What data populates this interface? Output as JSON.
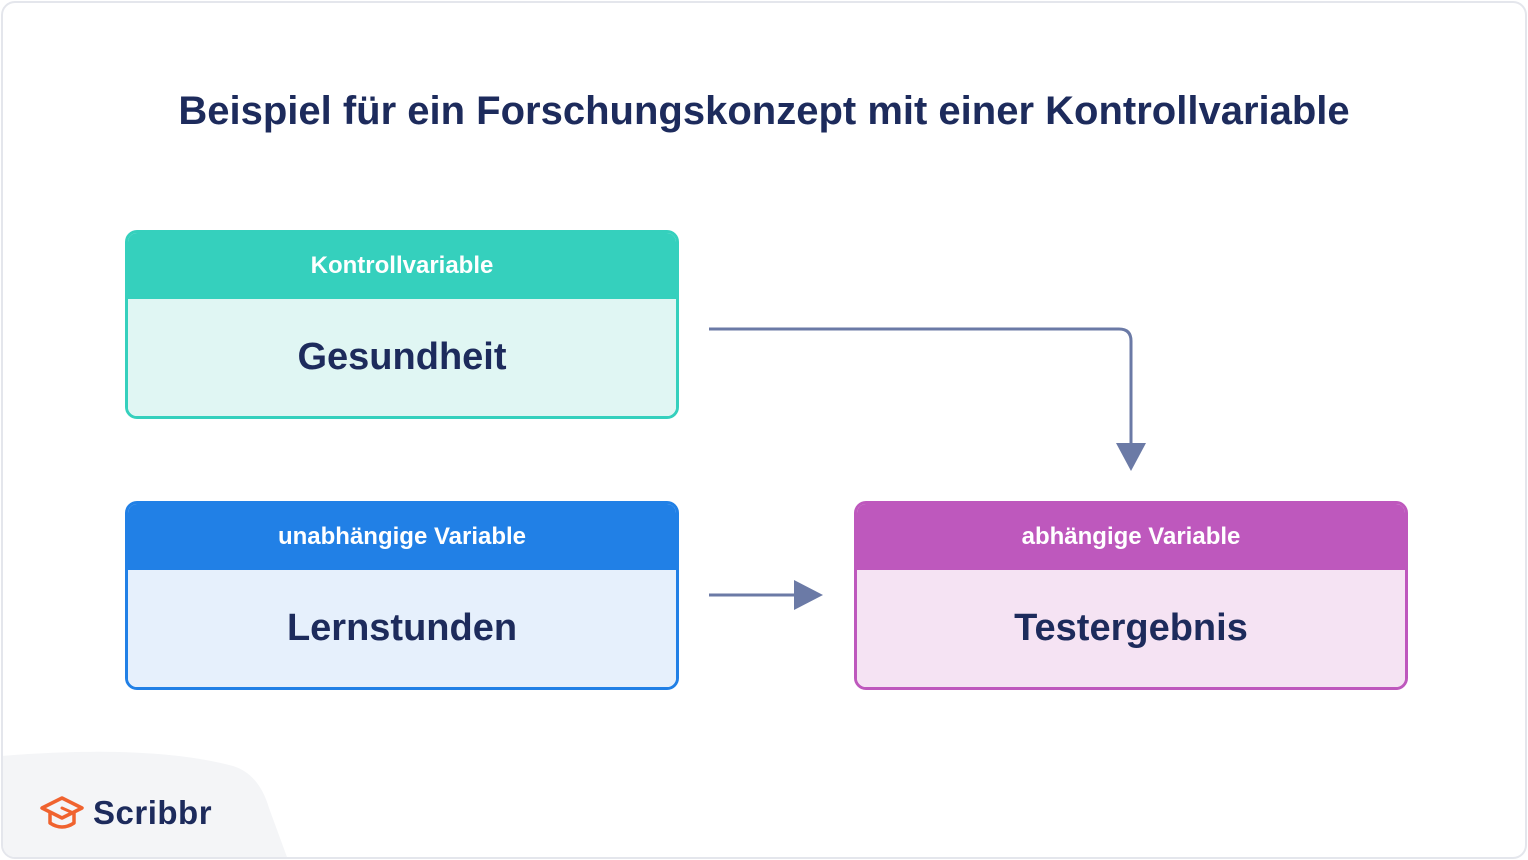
{
  "title": "Beispiel für ein Forschungskonzept mit einer Kontrollvariable",
  "boxes": {
    "control": {
      "header": "Kontrollvariable",
      "body": "Gesundheit",
      "color": "#35d0bd",
      "fill": "#e0f6f3"
    },
    "independent": {
      "header": "unabhängige Variable",
      "body": "Lernstunden",
      "color": "#2180e6",
      "fill": "#e6f0fc"
    },
    "dependent": {
      "header": "abhängige Variable",
      "body": "Testergebnis",
      "color": "#be58bd",
      "fill": "#f5e3f3"
    }
  },
  "arrows": [
    {
      "from": "control",
      "to": "dependent"
    },
    {
      "from": "independent",
      "to": "dependent"
    }
  ],
  "arrow_color": "#6b7aa6",
  "title_color": "#1d2b5c",
  "logo": {
    "text": "Scribbr",
    "icon": "graduation-cap-icon",
    "icon_color": "#f0632f"
  }
}
